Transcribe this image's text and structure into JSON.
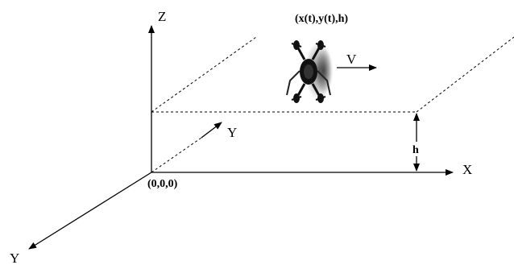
{
  "diagram": {
    "labels": {
      "z_axis": "Z",
      "x_axis": "X",
      "y_axis_front": "Y",
      "y_axis_plane": "Y",
      "origin": "(0,0,0)",
      "height_symbol": "h",
      "velocity_symbol": "V",
      "drone_position": "(x(t),y(t),h)"
    },
    "icons": {
      "drone": "quadcopter-drone-icon"
    },
    "colors": {
      "line": "#000000",
      "background": "#ffffff"
    }
  }
}
